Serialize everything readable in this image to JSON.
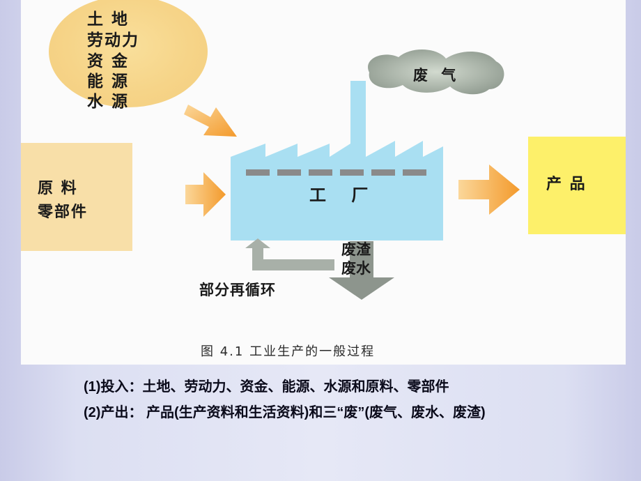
{
  "diagram": {
    "inputs": [
      "土    地",
      "劳动力",
      "资    金",
      "能    源",
      "水    源"
    ],
    "raw_materials": [
      "原    料",
      "零部件"
    ],
    "factory_label": "工 厂",
    "exhaust_label": "废  气",
    "products_label": "产    品",
    "waste": [
      "废渣",
      "废水"
    ],
    "recycle_label": "部分再循环",
    "caption": "图 4.1   工业生产的一般过程",
    "colors": {
      "inputs": "#f6d488",
      "raw_materials": "#f8dfa8",
      "factory": "#a9dff2",
      "products": "#fdf06a",
      "arrow": "#f4a83a",
      "smoke": "#9aa49a",
      "waste_arrow": "#8d958d"
    }
  },
  "notes": {
    "line1": "(1)投入：土地、劳动力、资金、能源、水源和原料、零部件",
    "line2": "(2)产出： 产品(生产资料和生活资料)和三“废”(废气、废水、废渣)"
  }
}
